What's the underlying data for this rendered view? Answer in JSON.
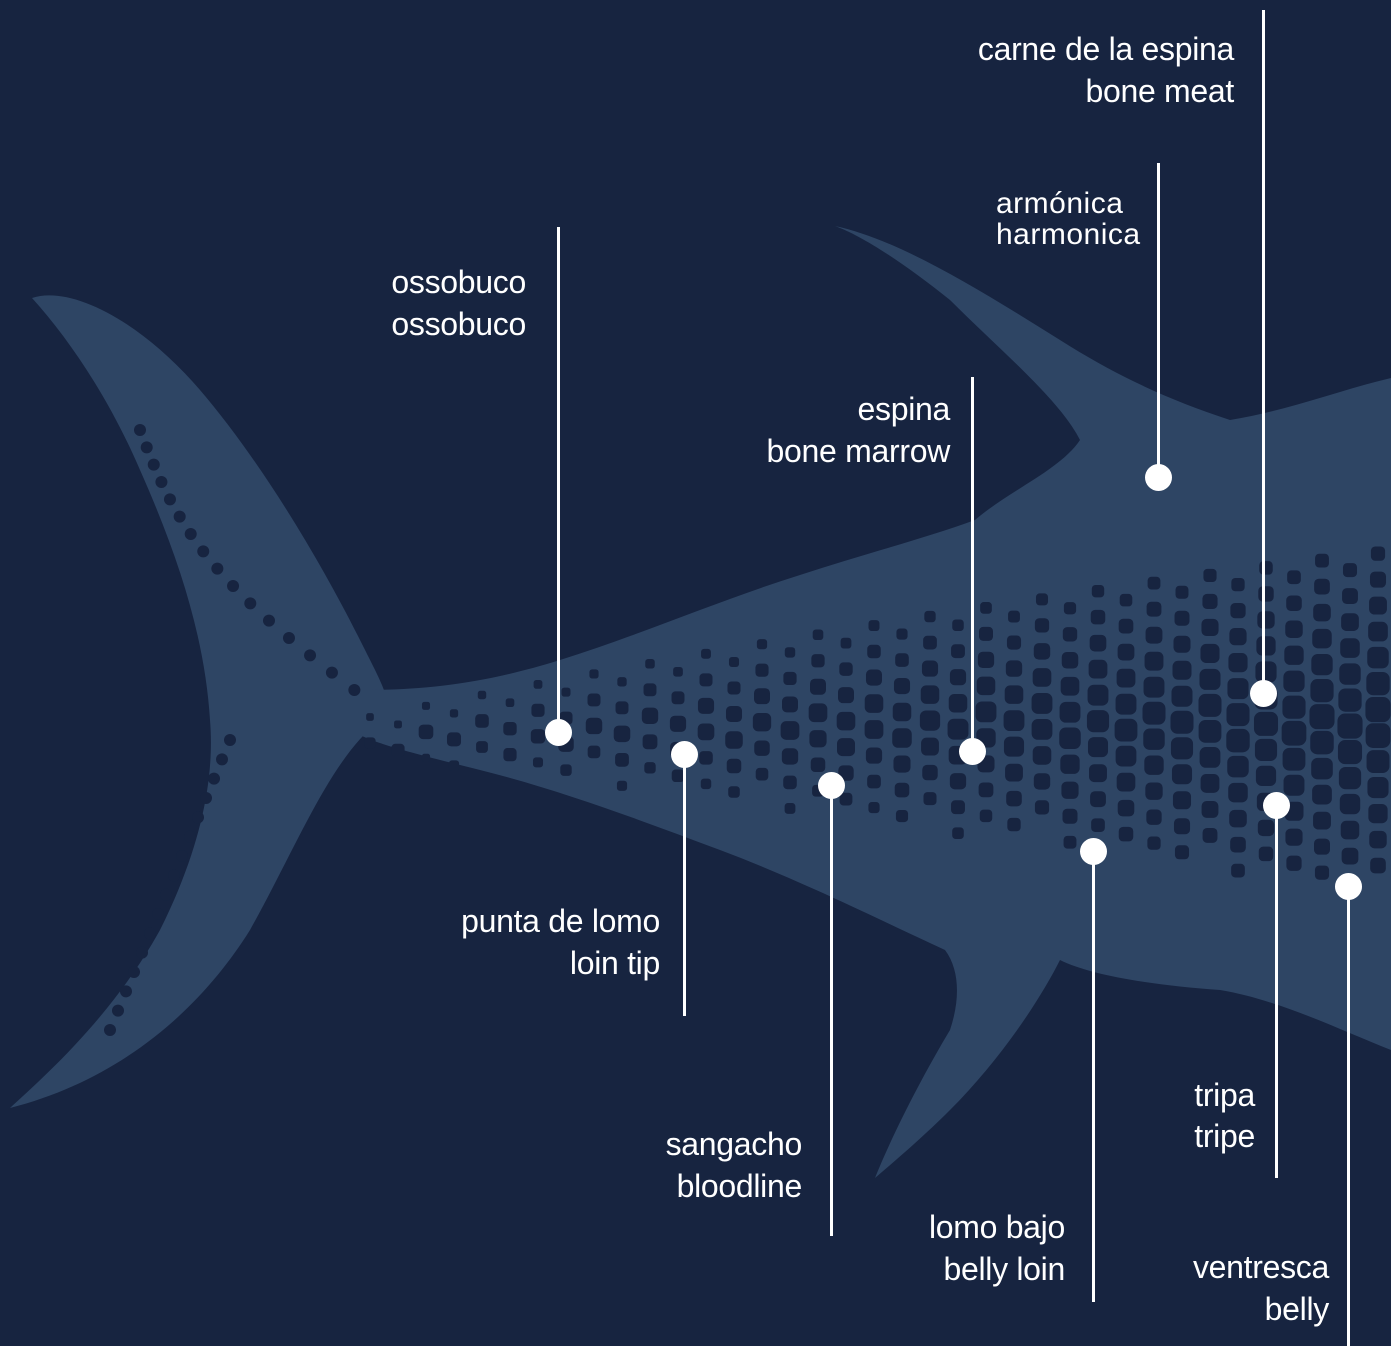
{
  "colors": {
    "background": "#172440",
    "fish": "#2e4564",
    "spots": "#172440",
    "marker": "#ffffff"
  },
  "cuts": {
    "carne_espina": {
      "es": "carne de la espina",
      "en": "bone meat"
    },
    "armonica": {
      "es": "armónica",
      "en": "harmonica"
    },
    "ossobuco": {
      "es": "ossobuco",
      "en": "ossobuco"
    },
    "espina": {
      "es": "espina",
      "en": "bone marrow"
    },
    "punta_lomo": {
      "es": "punta de lomo",
      "en": "loin tip"
    },
    "sangacho": {
      "es": "sangacho",
      "en": "bloodline"
    },
    "lomo_bajo": {
      "es": "lomo bajo",
      "en": "belly loin"
    },
    "tripa": {
      "es": "tripa",
      "en": "tripe"
    },
    "ventresca": {
      "es": "ventresca",
      "en": "belly"
    }
  }
}
